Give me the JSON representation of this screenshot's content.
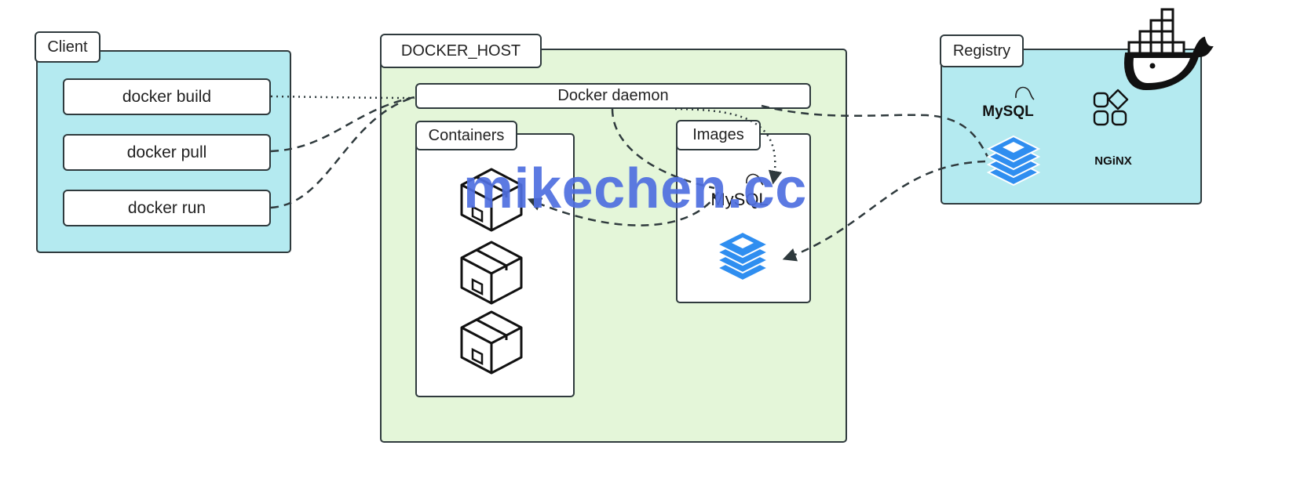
{
  "client": {
    "title": "Client",
    "commands": [
      "docker build",
      "docker pull",
      "docker run"
    ]
  },
  "host": {
    "title": "DOCKER_HOST",
    "daemon": "Docker daemon",
    "containers_title": "Containers",
    "images_title": "Images",
    "image_labels": [
      "MySQL"
    ]
  },
  "registry": {
    "title": "Registry",
    "logos": [
      "MySQL",
      "NGiNX"
    ]
  },
  "watermark": "mikechen.cc",
  "colors": {
    "client_bg": "#b4eaf0",
    "host_bg": "#e4f6d9",
    "registry_bg": "#b4eaf0",
    "stroke": "#2f3a3d",
    "stack_blue": "#2f8ef0",
    "watermark": "#4f6fe0"
  },
  "icons": [
    "docker-whale-icon",
    "container-box-icon",
    "layer-stack-icon",
    "dolphin-icon",
    "apps-grid-icon"
  ]
}
